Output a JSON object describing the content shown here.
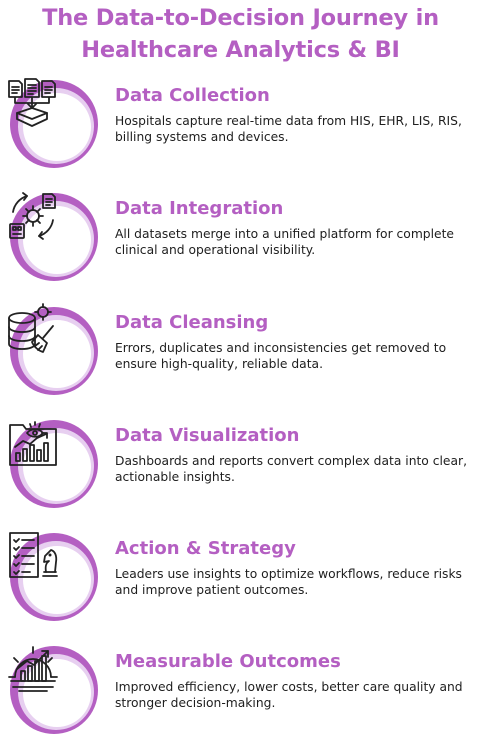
{
  "title": {
    "line1": "The Data-to-Decision Journey in",
    "line2": "Healthcare Analytics & BI"
  },
  "colors": {
    "accent": "#b45fc2",
    "ring_inner": "#e7cff0",
    "text": "#1e1e1e",
    "icon_stroke": "#222222"
  },
  "steps": [
    {
      "title": "Data Collection",
      "description": "Hospitals capture real-time data from HIS, EHR, LIS, RIS, billing systems and devices.",
      "icon": "documents-to-database-icon"
    },
    {
      "title": "Data Integration",
      "description": "All datasets merge into a unified platform for complete clinical and operational visibility.",
      "icon": "gear-sync-icon"
    },
    {
      "title": "Data Cleansing",
      "description": "Errors, duplicates and inconsistencies get removed to ensure high-quality, reliable data.",
      "icon": "database-broom-icon"
    },
    {
      "title": "Data Visualization",
      "description": "Dashboards and reports convert complex data into clear, actionable insights.",
      "icon": "dashboard-chart-icon"
    },
    {
      "title": "Action & Strategy",
      "description": "Leaders use insights to optimize workflows, reduce risks and improve patient outcomes.",
      "icon": "checklist-chess-icon"
    },
    {
      "title": "Measurable Outcomes",
      "description": "Improved efficiency, lower costs, better care quality and stronger decision-making.",
      "icon": "growth-chart-gear-icon"
    }
  ]
}
